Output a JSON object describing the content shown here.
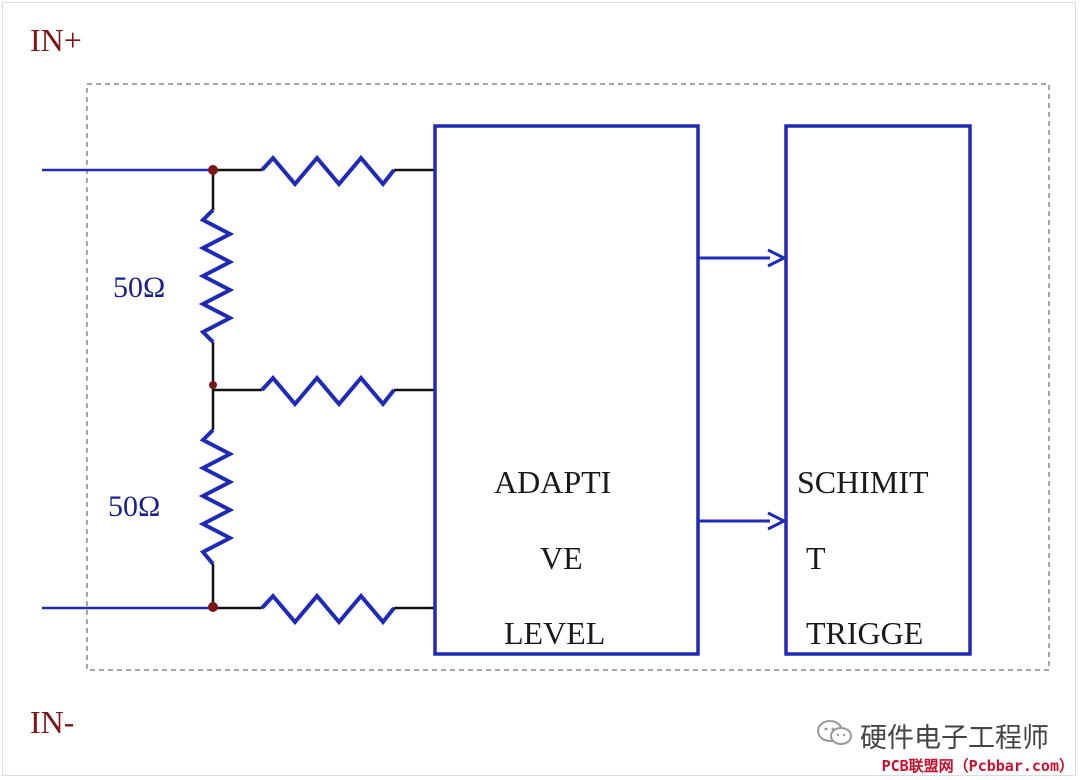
{
  "labels": {
    "in_plus": "IN+",
    "in_minus": "IN-",
    "r_top": "50Ω",
    "r_bottom": "50Ω"
  },
  "blocks": {
    "adaptive": [
      "ADAPTI",
      "VE",
      "LEVEL"
    ],
    "schmitt": [
      "SCHIMIT",
      "T",
      "TRIGGE"
    ]
  },
  "watermark": {
    "text": "硬件电子工程师",
    "site": "PCB联盟网（Pcbbar.com）"
  },
  "colors": {
    "wire_blue": "#1f2bb5",
    "wire_black": "#111111",
    "dot": "#7a1518",
    "label_dark_red": "#7a1518",
    "resistor_label": "#1a1f8a",
    "dash": "#8a8a8a",
    "watermark_red": "#c8102e"
  }
}
